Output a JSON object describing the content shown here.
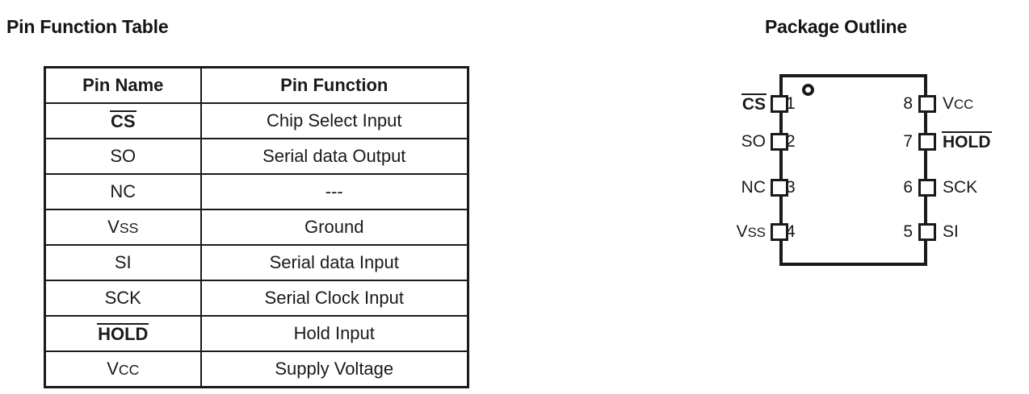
{
  "sections": {
    "pin_table_title": "Pin Function Table",
    "package_title": "Package Outline"
  },
  "pin_table": {
    "headers": [
      "Pin Name",
      "Pin Function"
    ],
    "rows": [
      {
        "name": "CS",
        "name_overbar": true,
        "function": "Chip Select Input"
      },
      {
        "name": "SO",
        "name_overbar": false,
        "function": "Serial data Output"
      },
      {
        "name": "NC",
        "name_overbar": false,
        "function": "---"
      },
      {
        "name": "Vss",
        "name_overbar": false,
        "function": "Ground"
      },
      {
        "name": "SI",
        "name_overbar": false,
        "function": "Serial data Input"
      },
      {
        "name": "SCK",
        "name_overbar": false,
        "function": "Serial Clock Input"
      },
      {
        "name": "HOLD",
        "name_overbar": true,
        "function": "Hold Input"
      },
      {
        "name": "Vcc",
        "name_overbar": false,
        "function": "Supply Voltage"
      }
    ]
  },
  "package": {
    "marker": "pin1-dot",
    "pins_left": [
      {
        "number": "1",
        "label": "CS",
        "overbar": true
      },
      {
        "number": "2",
        "label": "SO",
        "overbar": false
      },
      {
        "number": "3",
        "label": "NC",
        "overbar": false
      },
      {
        "number": "4",
        "label": "Vss",
        "overbar": false
      }
    ],
    "pins_right": [
      {
        "number": "8",
        "label": "Vcc",
        "overbar": false
      },
      {
        "number": "7",
        "label": "HOLD",
        "overbar": true
      },
      {
        "number": "6",
        "label": "SCK",
        "overbar": false
      },
      {
        "number": "5",
        "label": "SI",
        "overbar": false
      }
    ]
  },
  "colors": {
    "ink": "#1a1a1a",
    "background": "#ffffff"
  }
}
